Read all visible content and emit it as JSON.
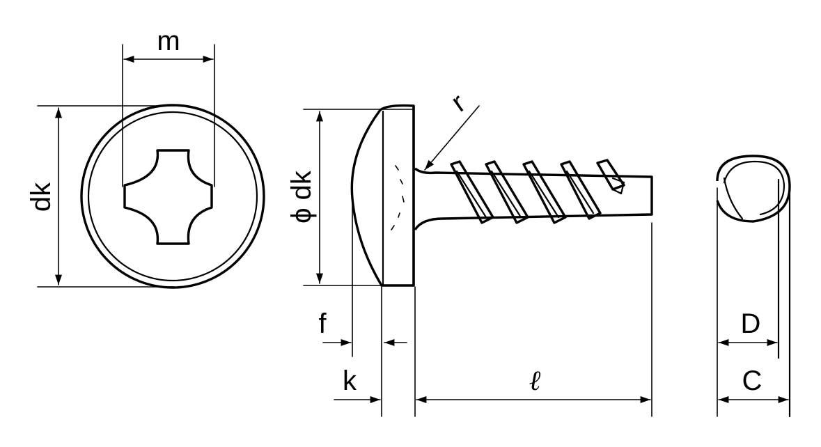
{
  "labels": {
    "m": "m",
    "dk": "dk",
    "phi_dk": "ϕ dk",
    "r": "r",
    "f": "f",
    "k": "k",
    "l": "ℓ",
    "D": "D",
    "C": "C"
  },
  "colors": {
    "line": "#000000",
    "background": "#ffffff"
  }
}
